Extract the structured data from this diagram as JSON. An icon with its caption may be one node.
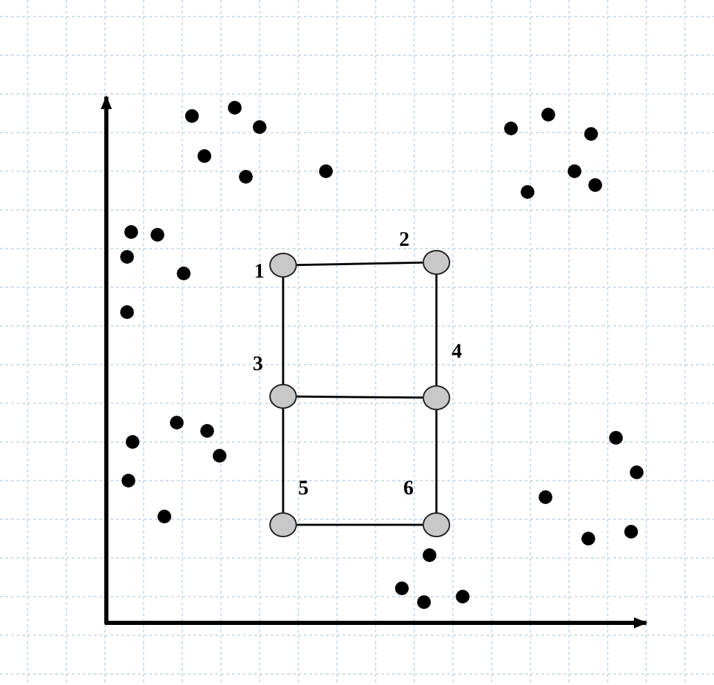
{
  "diagram": {
    "nodes": [
      {
        "text": [],
        "shape": "circle",
        "beside": [
          "1"
        ]
      },
      {
        "text": [],
        "shape": "circle",
        "beside": [
          "2"
        ]
      },
      {
        "text": [],
        "shape": "circle",
        "beside": [
          "3"
        ]
      },
      {
        "text": [],
        "shape": "circle",
        "beside": [
          "4"
        ]
      },
      {
        "text": [],
        "shape": "circle",
        "beside": [
          "5"
        ]
      },
      {
        "text": [],
        "shape": "circle",
        "beside": [
          "6"
        ]
      }
    ],
    "edges": [
      {
        "from": 0,
        "to": 1,
        "arrow": "none"
      },
      {
        "from": 0,
        "to": 2,
        "arrow": "none"
      },
      {
        "from": 1,
        "to": 3,
        "arrow": "none"
      },
      {
        "from": 2,
        "to": 3,
        "arrow": "none"
      },
      {
        "from": 2,
        "to": 4,
        "arrow": "none"
      },
      {
        "from": 3,
        "to": 5,
        "arrow": "none"
      },
      {
        "from": 4,
        "to": 5,
        "arrow": "none"
      }
    ]
  }
}
